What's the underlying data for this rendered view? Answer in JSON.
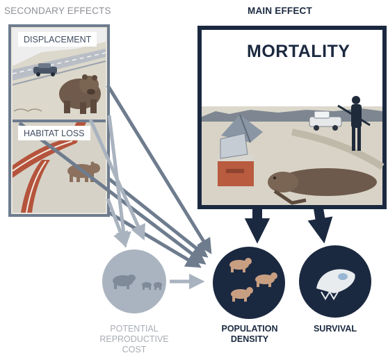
{
  "headings": {
    "secondary": "SECONDARY EFFECTS",
    "main": "MAIN EFFECT"
  },
  "panels": {
    "displacement": "DISPLACEMENT",
    "habitat_loss": "HABITAT LOSS",
    "mortality": "MORTALITY"
  },
  "outcomes": {
    "reproductive_line1": "POTENTIAL",
    "reproductive_line2": "REPRODUCTIVE",
    "reproductive_line3": "COST",
    "density_line1": "POPULATION",
    "density_line2": "DENSITY",
    "survival": "SURVIVAL"
  },
  "colors": {
    "navy": "#1b2940",
    "slate": "#6e7c8e",
    "light_slate": "#a9b3bf",
    "gray_circle": "#aab4c0",
    "road_red": "#b5543c",
    "scene_bg": "#d8d3c6"
  }
}
